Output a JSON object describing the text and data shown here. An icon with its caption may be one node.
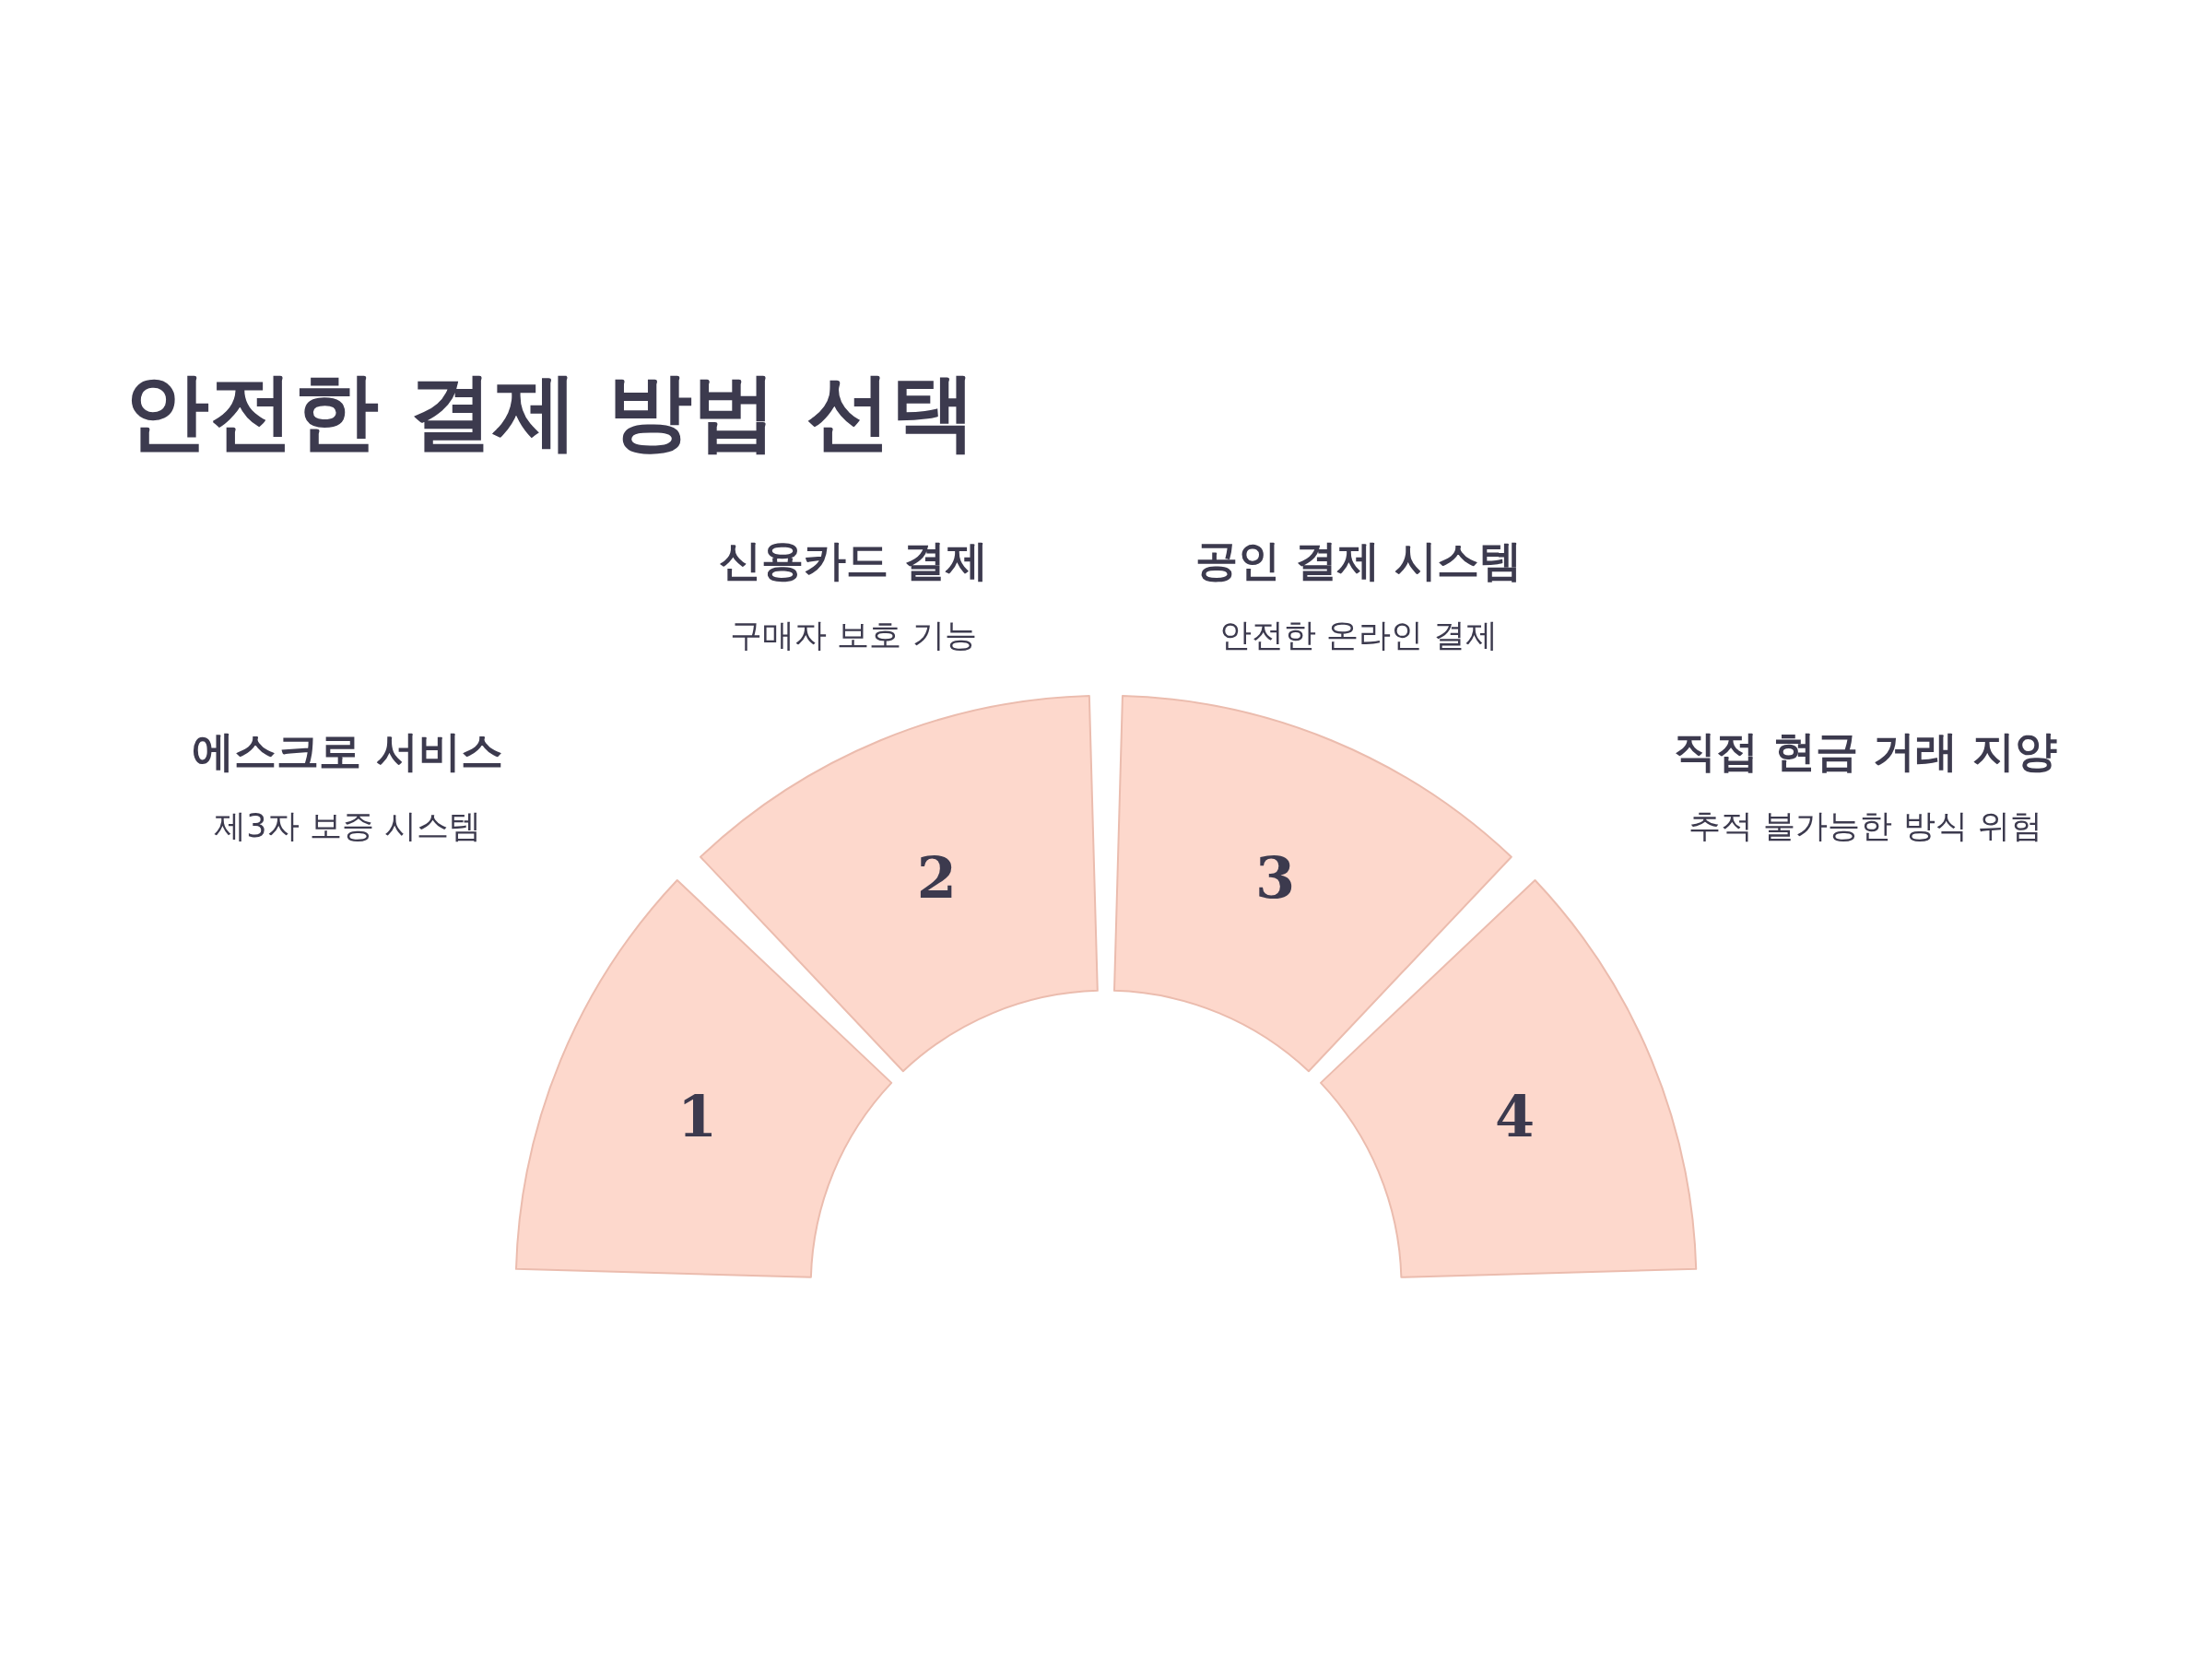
{
  "diagram": {
    "title": "안전한 결제 방법 선택",
    "nodes": [
      {
        "text": [
          "1"
        ],
        "beside": [
          "에스크로 서비스",
          "제3자 보증 시스템"
        ]
      },
      {
        "text": [
          "2"
        ],
        "beside": [
          "신용카드 결제",
          "구매자 보호 기능"
        ]
      },
      {
        "text": [
          "3"
        ],
        "beside": [
          "공인 결제 시스템",
          "안전한 온라인 결제"
        ]
      },
      {
        "text": [
          "4"
        ],
        "beside": [
          "직접 현금 거래 지양",
          "추적 불가능한 방식 위험"
        ]
      }
    ]
  }
}
